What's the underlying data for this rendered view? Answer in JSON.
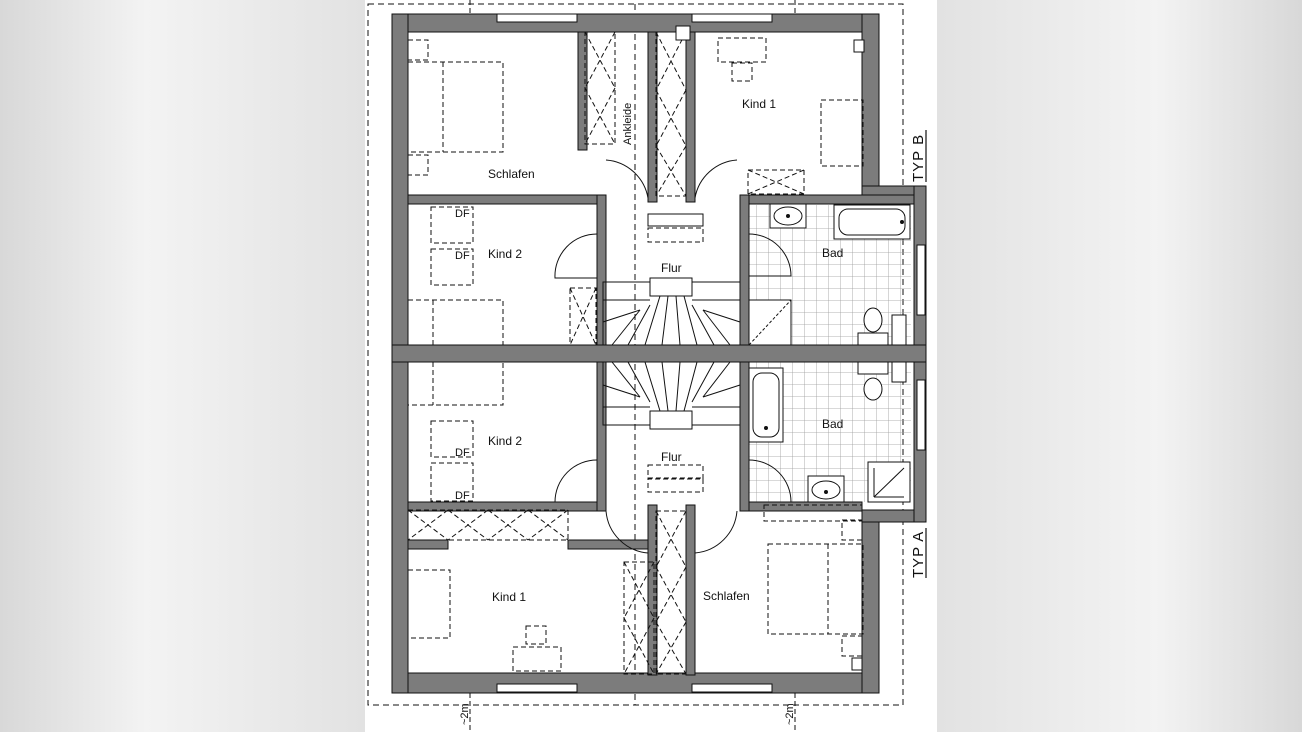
{
  "plan": {
    "rooms": {
      "b_schlafen": "Schlafen",
      "b_ankleide": "Ankleide",
      "b_kind1": "Kind  1",
      "b_kind2": "Kind  2",
      "b_flur": "Flur",
      "b_bad": "Bad",
      "a_kind2": "Kind  2",
      "a_flur": "Flur",
      "a_bad": "Bad",
      "a_kind1": "Kind  1",
      "a_schlafen": "Schlafen"
    },
    "df": [
      "DF",
      "DF",
      "DF",
      "DF"
    ],
    "types": {
      "b": "TYP B",
      "a": "TYP A"
    },
    "dims": [
      "~2m",
      "~2m"
    ]
  },
  "colors": {
    "wall": "#7c7c7c",
    "line": "#111111",
    "tile": "#9a9a9a"
  }
}
